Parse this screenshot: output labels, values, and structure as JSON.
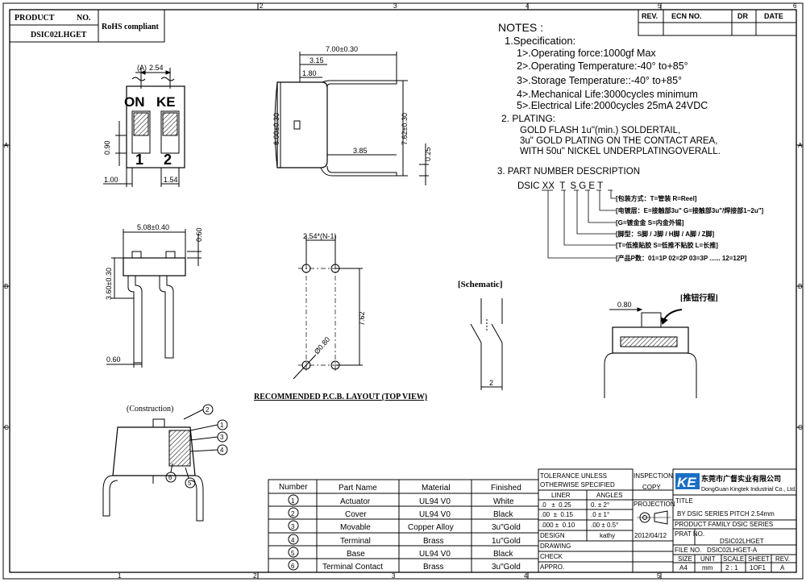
{
  "title_block_top": {
    "product_label": "PRODUCT",
    "no_label": "NO.",
    "product_no": "DSIC02LHGET",
    "rohs": "RoHS compliant"
  },
  "revision_table": {
    "headers": [
      "REV.",
      "ECN NO.",
      "DR",
      "DATE"
    ]
  },
  "border": {
    "cols": [
      "1",
      "2",
      "3",
      "4",
      "5",
      "6"
    ],
    "rows": [
      "A",
      "B",
      "C"
    ]
  },
  "notes": {
    "heading": "NOTES :",
    "spec_heading": "1.Specification:",
    "spec_items": [
      "1>.Operating force:1000gf Max",
      "2>.Operating Temperature:-40° to+85°",
      "3>.Storage Temperature::-40° to+85°",
      "4>.Mechanical Life:3000cycles minimum",
      "5>.Electrical Life:2000cycles 25mA 24VDC"
    ],
    "plating_heading": "2. PLATING:",
    "plating_lines": [
      "GOLD FLASH 1u\"(min.) SOLDERTAIL,",
      "3u\" GOLD PLATING  ON THE CONTACT AREA,",
      "WITH 50u\" NICKEL UNDERPLATINGOVERALL."
    ],
    "part_heading": "3. PART NUMBER DESCRIPTION",
    "part_code": "DSIC XX  T  S G E T",
    "part_desc": [
      "[包装方式：T=管装  R=Reel]",
      "[电镀层：E=接触部3u\" G=接触部3u\"/焊接部1~2u\"]",
      "[G=镀金金  S=内金外锡]",
      "[脚型：S脚 / J脚 / H脚 / A脚 / Z脚]",
      "[T=低推贴胶  S=低推不贴胶  L=长推]",
      "[产品P数：01=1P 02=2P 03=3P ...... 12=12P]"
    ]
  },
  "top_view": {
    "label_a": "(A)",
    "dim_pitch": "2.54",
    "on_text": "ON",
    "ke_text": "KE",
    "pos1": "1",
    "pos2": "2",
    "dim_090": "0.90",
    "dim_100": "1.00",
    "dim_154": "1.54"
  },
  "side_view": {
    "dim_width": "7.00±0.30",
    "dim_315": "3.15",
    "dim_180": "1.80",
    "dim_height": "6.00±0.30",
    "dim_pins": "7.62±0.30",
    "dim_385": "3.85",
    "dim_025": "0.25"
  },
  "front_view": {
    "dim_width": "5.08±0.40",
    "dim_060_top": "0.60",
    "dim_height": "3.60±0.30",
    "dim_060_bottom": "0.60"
  },
  "pcb": {
    "dim_pitch": "2.54*(N-1)",
    "dim_hole": "Ø0.80",
    "dim_span": "7.62",
    "caption": "RECOMMENDED P.C.B. LAYOUT (TOP VIEW)"
  },
  "schematic": {
    "label": "[Schematic]",
    "dim": "2"
  },
  "stroke_view": {
    "label": "[推钮行程]",
    "dim": "0.80"
  },
  "construction": {
    "label": "(Construction)",
    "callouts": [
      "1",
      "2",
      "3",
      "4",
      "5",
      "6"
    ]
  },
  "bom": {
    "headers": [
      "Number",
      "Part Name",
      "Material",
      "Finished"
    ],
    "rows": [
      {
        "num": "1",
        "name": "Actuator",
        "material": "UL94 V0",
        "finish": "White"
      },
      {
        "num": "2",
        "name": "Cover",
        "material": "UL94 V0",
        "finish": "Black"
      },
      {
        "num": "3",
        "name": "Movable",
        "material": "Copper Alloy",
        "finish": "3u\"Gold"
      },
      {
        "num": "4",
        "name": "Terminal",
        "material": "Brass",
        "finish": "1u\"Gold"
      },
      {
        "num": "5",
        "name": "Base",
        "material": "UL94 V0",
        "finish": "Black"
      },
      {
        "num": "6",
        "name": "Terminal Contact",
        "material": "Brass",
        "finish": "3u\"Gold"
      }
    ]
  },
  "tolerance": {
    "title1": "TOLERANCE UNLESS",
    "title2": "OTHERWISE SPECIFIED",
    "liner": "LINER",
    "angles": "ANGLES",
    "rows": [
      [
        ".0   ±  0.25",
        "0.  ±  2°"
      ],
      [
        ".00  ±  0.15",
        ".0  ±  1°"
      ],
      [
        ".000 ±  0.10",
        ".00  ±  0.5°"
      ]
    ],
    "design": "DESIGN",
    "designer": "kathy",
    "date": "2012/04/12",
    "drawing": "DRAWING",
    "check": "CHECK",
    "appro": "APPRO."
  },
  "inspection": {
    "inspection": "INSPECTION",
    "copy": "COPY",
    "projection": "PROJECTION"
  },
  "company": {
    "logo": "KE",
    "name_cn": "东莞市广督实业有限公司",
    "name_en": "DongGuan Kingtek Industrial Co., Ltd."
  },
  "title_block": {
    "title_label": "TITLE",
    "title": "BY DSIC SERIES PITCH 2.54mm",
    "family": "PRODUCT FAMILY DSIC SERIES",
    "prat_label": "PRAT NO.",
    "prat_no": "DSIC02LHGET",
    "file_no": "FILE NO.   DSIC02LHGET-A",
    "bottom_headers": [
      "SIZE",
      "UNIT",
      "SCALE",
      "SHEET",
      "REV."
    ],
    "bottom_values": [
      "A4",
      "mm",
      "2 : 1",
      "1OF1",
      "A"
    ]
  }
}
